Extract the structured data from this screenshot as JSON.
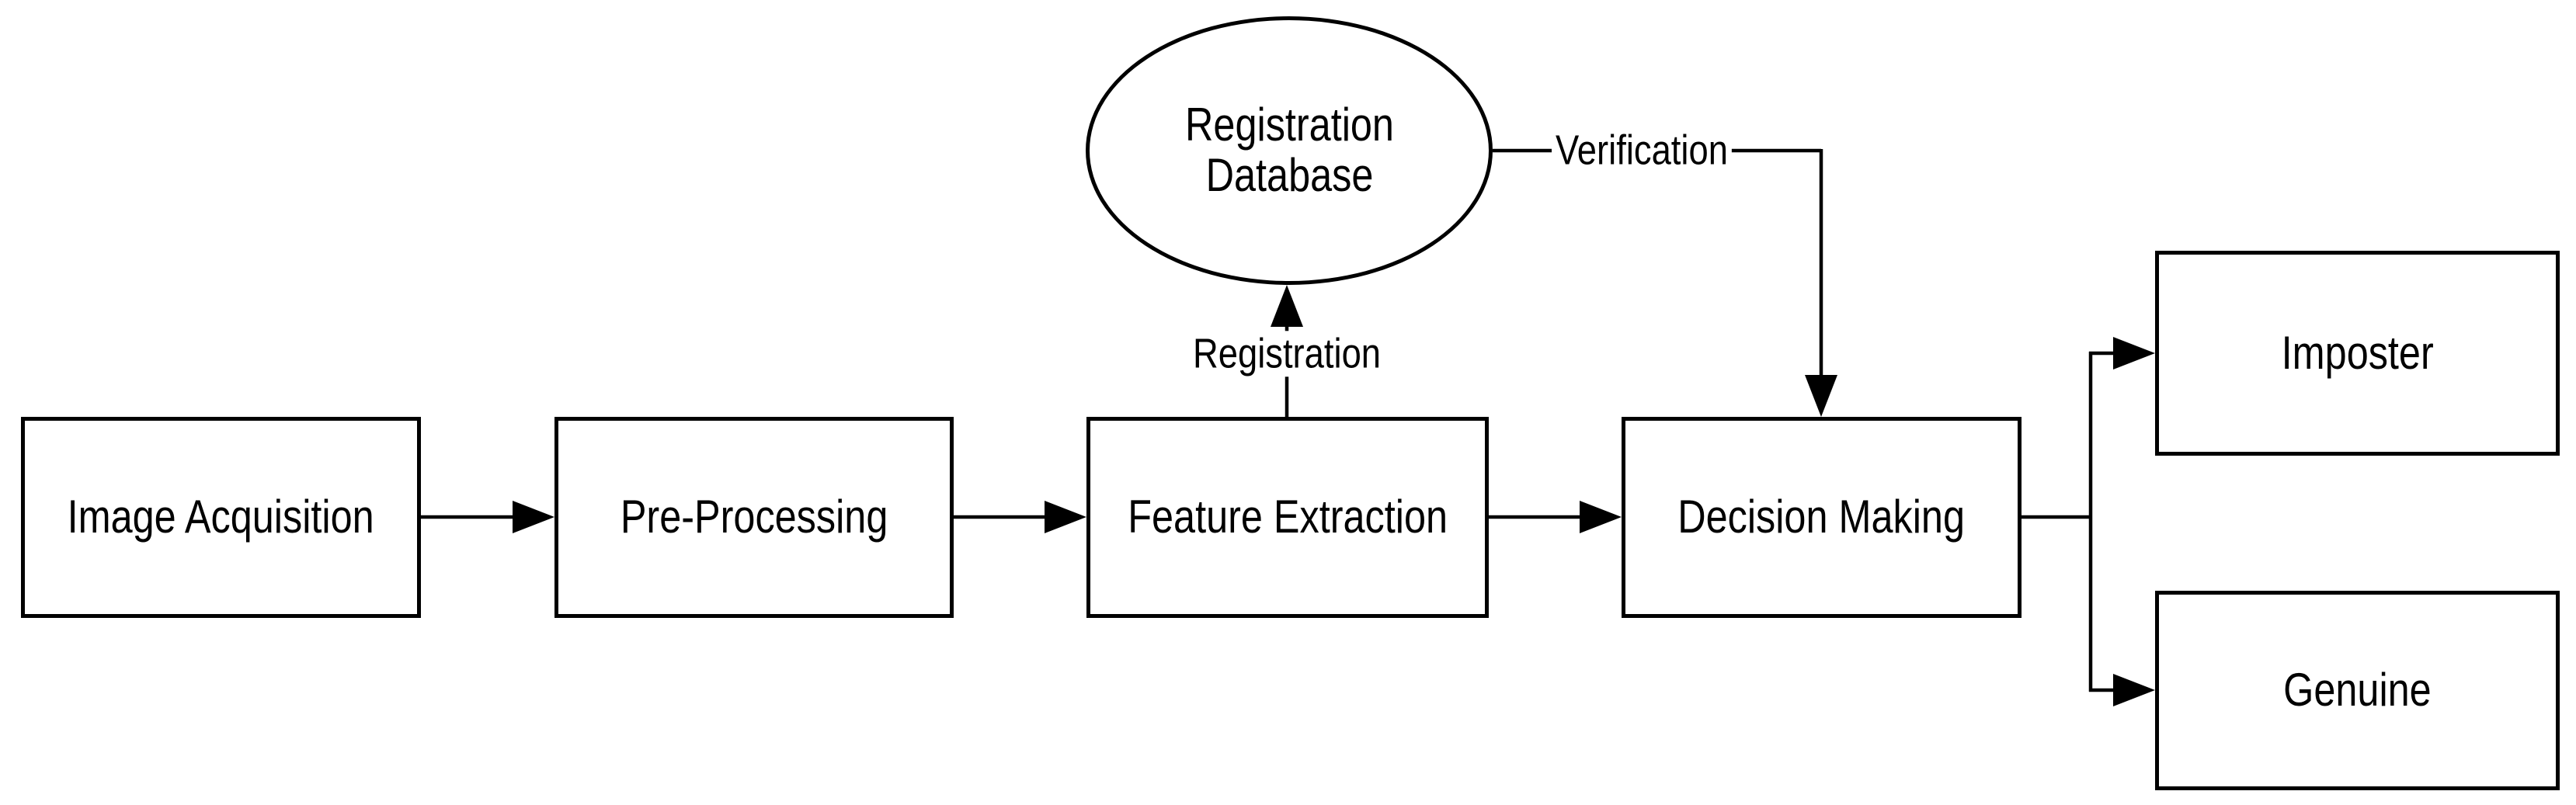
{
  "diagram": {
    "type": "flowchart",
    "nodes": {
      "image_acquisition": {
        "label": "Image Acquisition",
        "shape": "rect"
      },
      "pre_processing": {
        "label": "Pre-Processing",
        "shape": "rect"
      },
      "feature_extraction": {
        "label": "Feature Extraction",
        "shape": "rect"
      },
      "decision_making": {
        "label": "Decision Making",
        "shape": "rect"
      },
      "registration_database": {
        "label": "Registration Database",
        "shape": "ellipse"
      },
      "imposter": {
        "label": "Imposter",
        "shape": "rect"
      },
      "genuine": {
        "label": "Genuine",
        "shape": "rect"
      }
    },
    "edge_labels": {
      "registration": "Registration",
      "verification": "Verification"
    },
    "flow": [
      "Image Acquisition -> Pre-Processing",
      "Pre-Processing -> Feature Extraction",
      "Feature Extraction -> Registration Database (Registration)",
      "Registration Database -> Decision Making (Verification)",
      "Feature Extraction -> Decision Making",
      "Decision Making -> Imposter",
      "Decision Making -> Genuine"
    ],
    "colors": {
      "stroke": "#000000",
      "text": "#000000",
      "background": "#ffffff"
    }
  }
}
